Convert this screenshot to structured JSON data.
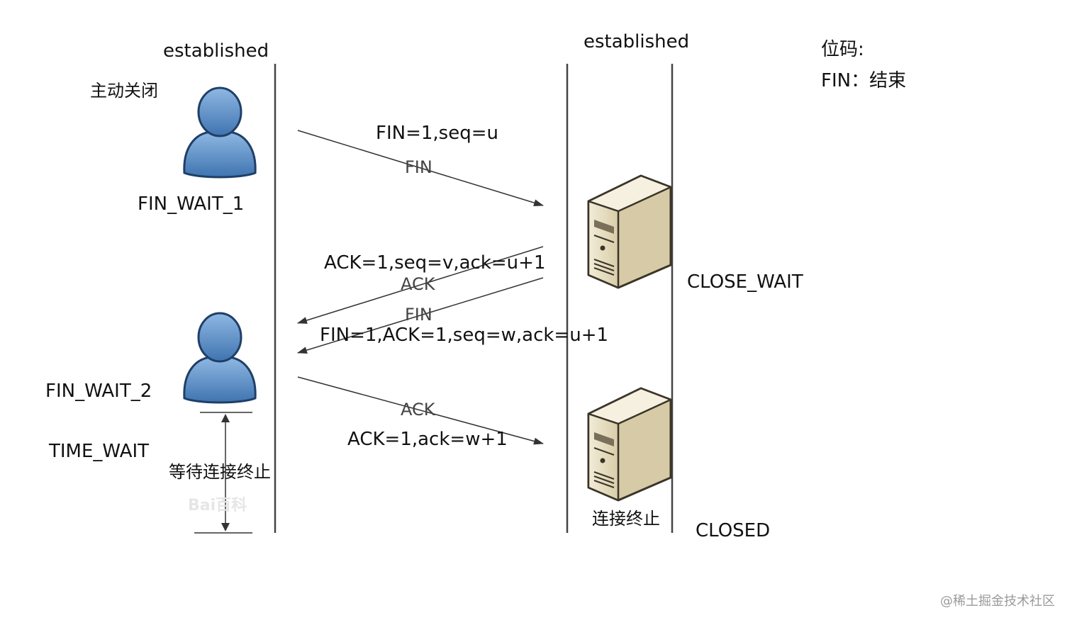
{
  "client": {
    "state_top": "established",
    "role_label": "主动关闭",
    "state_fin_wait_1": "FIN_WAIT_1",
    "state_fin_wait_2": "FIN_WAIT_2",
    "state_time_wait": "TIME_WAIT",
    "wait_label": "等待连接终止",
    "watermark": "Bai百科"
  },
  "server": {
    "state_top": "established",
    "state_close_wait": "CLOSE_WAIT",
    "state_closed": "CLOSED",
    "terminated_label": "连接终止"
  },
  "legend": {
    "title": "位码:",
    "fin_desc": "FIN：结束"
  },
  "messages": [
    {
      "flag": "FIN",
      "detail": "FIN=1,seq=u"
    },
    {
      "flag": "ACK",
      "detail": "ACK=1,seq=v,ack=u+1"
    },
    {
      "flag": "FIN",
      "detail": "FIN=1,ACK=1,seq=w,ack=u+1"
    },
    {
      "flag": "ACK",
      "detail": "ACK=1,ack=w+1"
    }
  ],
  "credit": "@稀土掘金技术社区",
  "colors": {
    "person_fill": "#5b8fc7",
    "person_stroke": "#1f3f66",
    "server_fill": "#e6dcbf",
    "server_stroke": "#3a3528",
    "line": "#444444"
  }
}
